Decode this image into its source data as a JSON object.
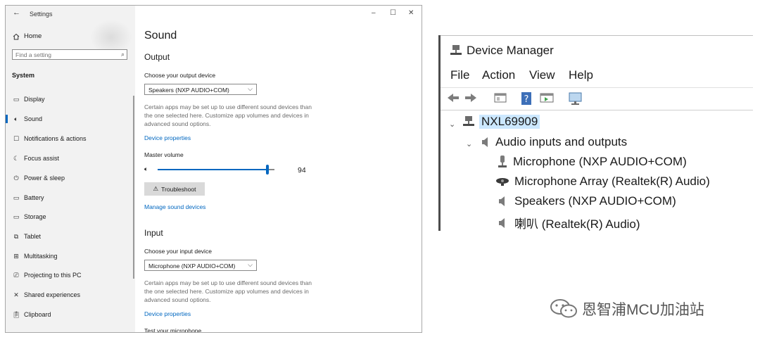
{
  "settings": {
    "app_title": "Settings",
    "window_controls": {
      "minimize": "–",
      "maximize": "☐",
      "close": "✕"
    },
    "home": {
      "icon": "home-icon",
      "label": "Home"
    },
    "search": {
      "placeholder": "Find a setting",
      "icon": "search-icon"
    },
    "section_heading": "System",
    "nav_items": [
      {
        "label": "Display",
        "icon": "display-icon"
      },
      {
        "label": "Sound",
        "icon": "speaker-icon",
        "active": true
      },
      {
        "label": "Notifications & actions",
        "icon": "notification-icon"
      },
      {
        "label": "Focus assist",
        "icon": "moon-icon"
      },
      {
        "label": "Power & sleep",
        "icon": "power-icon"
      },
      {
        "label": "Battery",
        "icon": "battery-icon"
      },
      {
        "label": "Storage",
        "icon": "storage-icon"
      },
      {
        "label": "Tablet",
        "icon": "tablet-icon"
      },
      {
        "label": "Multitasking",
        "icon": "multitasking-icon"
      },
      {
        "label": "Projecting to this PC",
        "icon": "projecting-icon"
      },
      {
        "label": "Shared experiences",
        "icon": "shared-icon"
      },
      {
        "label": "Clipboard",
        "icon": "clipboard-icon"
      }
    ],
    "page_title": "Sound",
    "output": {
      "title": "Output",
      "device_label": "Choose your output device",
      "device_value": "Speakers (NXP AUDIO+COM)",
      "note": "Certain apps may be set up to use different sound devices than the one selected here. Customize app volumes and devices in advanced sound options.",
      "device_properties": "Device properties",
      "master_volume_label": "Master volume",
      "volume": 94,
      "troubleshoot": "Troubleshoot",
      "manage_devices": "Manage sound devices"
    },
    "input": {
      "title": "Input",
      "device_label": "Choose your input device",
      "device_value": "Microphone (NXP AUDIO+COM)",
      "note": "Certain apps may be set up to use different sound devices than the one selected here. Customize app volumes and devices in advanced sound options.",
      "device_properties": "Device properties",
      "test_label": "Test your microphone"
    }
  },
  "device_manager": {
    "title": "Device Manager",
    "menu": [
      "File",
      "Action",
      "View",
      "Help"
    ],
    "computer": "NXL69909",
    "category": "Audio inputs and outputs",
    "devices": [
      {
        "label": "Microphone (NXP AUDIO+COM)",
        "icon": "microphone-icon"
      },
      {
        "label": "Microphone Array (Realtek(R) Audio)",
        "icon": "webcam-icon"
      },
      {
        "label": "Speakers (NXP AUDIO+COM)",
        "icon": "speaker-icon"
      },
      {
        "label": "喇叭 (Realtek(R) Audio)",
        "icon": "speaker-icon"
      }
    ]
  },
  "watermark": "恩智浦MCU加油站",
  "colors": {
    "accent": "#0067c0",
    "selection": "#cce8ff",
    "sidebar_bg": "#f2f2f2"
  }
}
